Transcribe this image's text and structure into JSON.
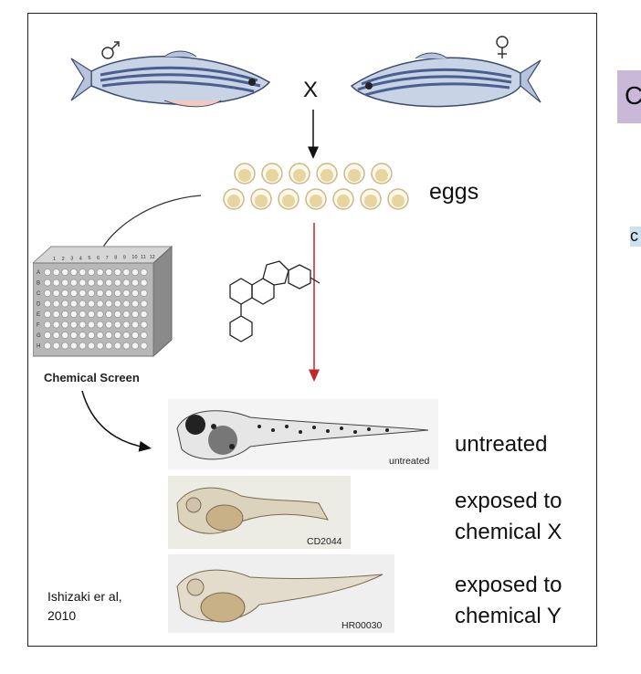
{
  "labels": {
    "male_symbol": "♂",
    "female_symbol": "♀",
    "cross": "X",
    "eggs": "eggs",
    "chemical_screen": "Chemical Screen",
    "citation_line1": "Ishizaki er al,",
    "citation_line2": "2010"
  },
  "plate": {
    "columns": [
      "1",
      "2",
      "3",
      "4",
      "5",
      "6",
      "7",
      "8",
      "9",
      "10",
      "11",
      "12"
    ],
    "rows": [
      "A",
      "B",
      "C",
      "D",
      "E",
      "F",
      "G",
      "H"
    ]
  },
  "panels": [
    {
      "caption": "untreated",
      "description_line1": "untreated",
      "description_line2": ""
    },
    {
      "caption": "CD2044",
      "description_line1": "exposed to",
      "description_line2": "chemical X"
    },
    {
      "caption": "HR00030",
      "description_line1": "exposed to",
      "description_line2": "chemical Y"
    }
  ],
  "edge_fragments": {
    "box_letter": "C",
    "small_letter": "c"
  },
  "colors": {
    "fish_stripe": "#4a5f8f",
    "fish_body": "#c9d3e6",
    "egg_fill": "#e6d59e",
    "red_arrow": "#c0262c",
    "right_box": "#c9b8d8"
  }
}
